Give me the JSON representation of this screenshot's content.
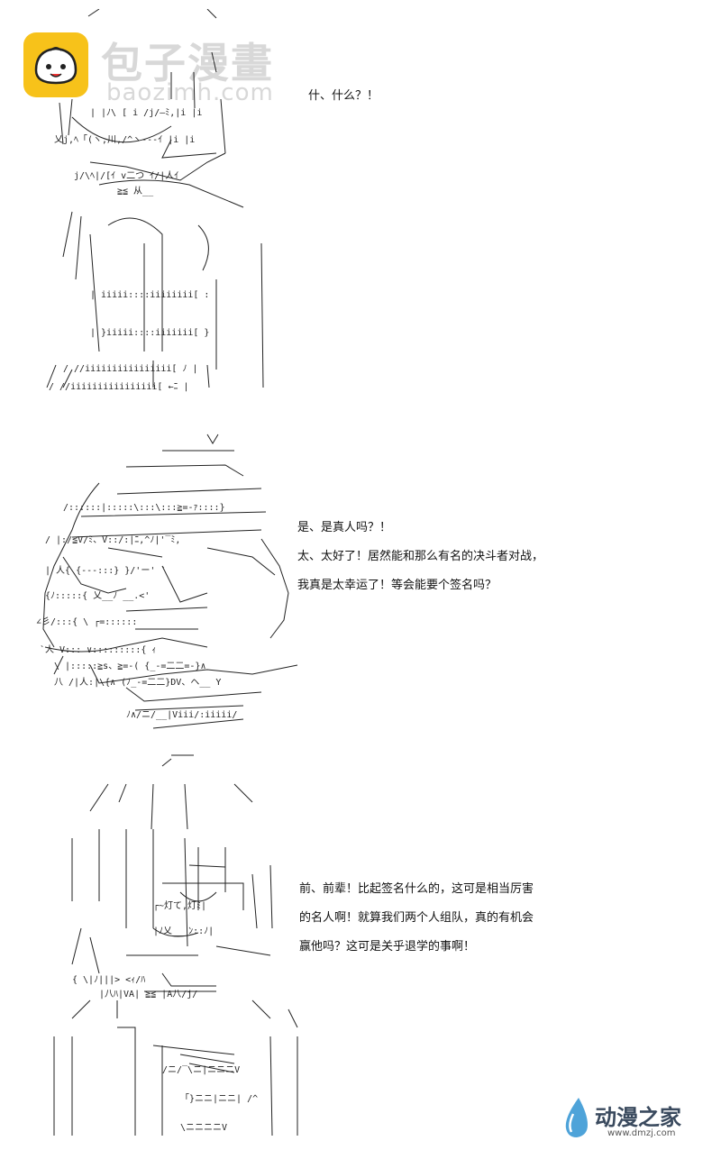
{
  "watermark_top": {
    "title": "包子漫畫",
    "url": "baozimh.com"
  },
  "panels": [
    {
      "lines": [
        "什、什么？！"
      ]
    },
    {
      "lines": [
        "是、是真人吗？！",
        "太、太好了！居然能和那么有名的决斗者对战，",
        "我真是太幸运了！等会能要个签名吗？"
      ]
    },
    {
      "lines": [
        "前、前辈！比起签名什么的，这可是相当厉害",
        "的名人啊！就算我们两个人组队，真的有机会",
        "赢他吗？这可是关乎退学的事啊！"
      ]
    }
  ],
  "watermark_bottom": {
    "name": "动漫之家",
    "url": "www.dmzj.com"
  }
}
